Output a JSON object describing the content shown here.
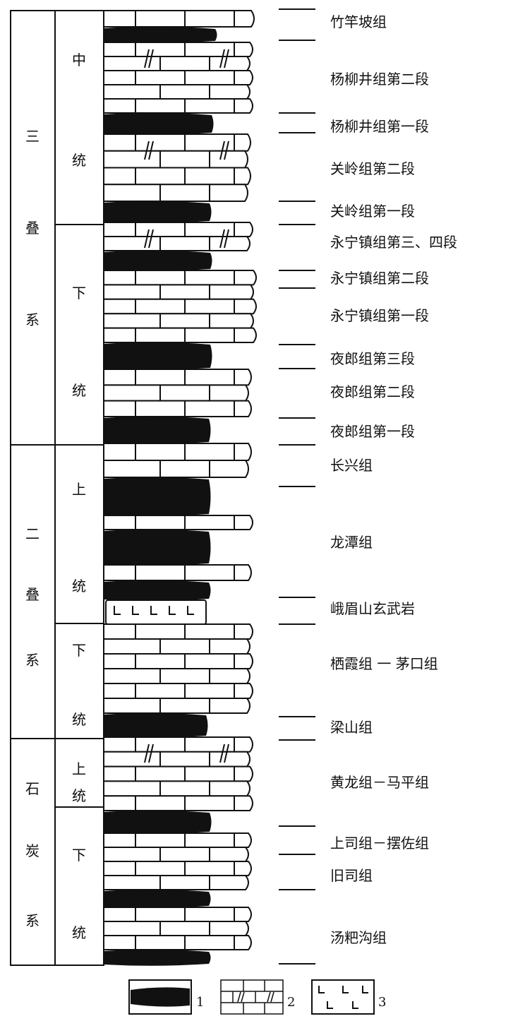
{
  "systems": [
    {
      "chars": [
        "三",
        "叠",
        "系"
      ]
    },
    {
      "chars": [
        "二",
        "叠",
        "系"
      ]
    },
    {
      "chars": [
        "石",
        "炭",
        "系"
      ]
    }
  ],
  "series": [
    {
      "chars": [
        "中",
        "统"
      ]
    },
    {
      "chars": [
        "下",
        "统"
      ]
    },
    {
      "chars": [
        "上",
        "统"
      ]
    },
    {
      "chars": [
        "下",
        "统"
      ]
    },
    {
      "chars": [
        "上",
        "统"
      ]
    },
    {
      "chars": [
        "下",
        "统"
      ]
    }
  ],
  "formations": [
    "竹竿坡组",
    "杨柳井组第二段",
    "杨柳井组第一段",
    "关岭组第二段",
    "关岭组第一段",
    "永宁镇组第三、四段",
    "永宁镇组第二段",
    "永宁镇组第一段",
    "夜郎组第三段",
    "夜郎组第二段",
    "夜郎组第一段",
    "长兴组",
    "龙潭组",
    "峨眉山玄武岩",
    "栖霞组 一 茅口组",
    "梁山组",
    "黄龙组－马平组",
    "上司组－摆佐组",
    "旧司组",
    "汤粑沟组"
  ],
  "legend": [
    {
      "number": "1",
      "pattern": "black-shale-icon"
    },
    {
      "number": "2",
      "pattern": "limestone-icon"
    },
    {
      "number": "3",
      "pattern": "basalt-icon"
    }
  ],
  "colors": {
    "ink": "#111111",
    "paper": "#ffffff"
  }
}
